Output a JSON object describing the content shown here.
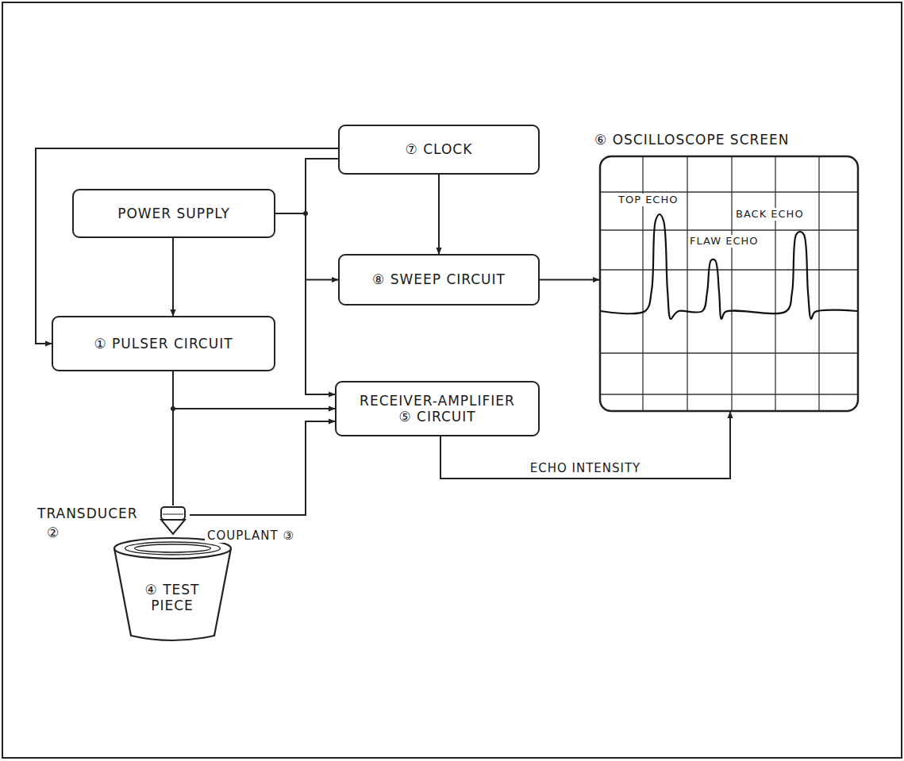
{
  "diagram": {
    "nodes": [
      {
        "text": [
          "⑦ CLOCK"
        ]
      },
      {
        "text": [
          "POWER SUPPLY"
        ]
      },
      {
        "text": [
          "⑧ SWEEP CIRCUIT"
        ]
      },
      {
        "text": [
          "① PULSER CIRCUIT"
        ]
      },
      {
        "text": [
          "RECEIVER-AMPLIFIER",
          "⑤ CIRCUIT"
        ]
      },
      {
        "text": [
          "⑥ OSCILLOSCOPE SCREEN",
          "TOP ECHO",
          "FLAW ECHO",
          "BACK ECHO"
        ]
      },
      {
        "text": [
          "TRANSDUCER",
          "②"
        ]
      },
      {
        "text": [
          "④ TEST PIECE"
        ]
      }
    ],
    "edges": [
      {
        "from": 0,
        "to": 3,
        "arrow": "to"
      },
      {
        "from": 1,
        "to": 3,
        "arrow": "to"
      },
      {
        "from": 1,
        "to": 0,
        "arrow": "none"
      },
      {
        "from": 1,
        "to": 2,
        "arrow": "to"
      },
      {
        "from": 1,
        "to": 4,
        "arrow": "to"
      },
      {
        "from": 0,
        "to": 2,
        "arrow": "to"
      },
      {
        "from": 2,
        "to": 5,
        "arrow": "to"
      },
      {
        "from": 3,
        "to": 6,
        "arrow": "none"
      },
      {
        "from": 3,
        "to": 4,
        "arrow": "to"
      },
      {
        "from": 6,
        "to": 4,
        "arrow": "to"
      },
      {
        "from": 4,
        "to": 5,
        "label": "ECHO INTENSITY",
        "arrow": "to"
      }
    ],
    "labels": [
      "COUPLANT ③"
    ]
  }
}
